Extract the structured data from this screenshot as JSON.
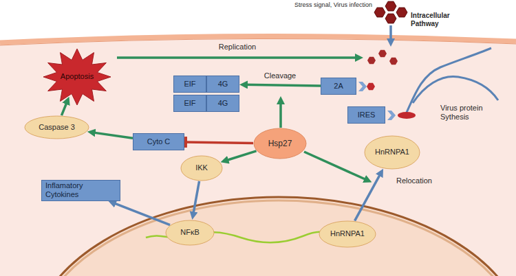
{
  "diagram": {
    "nodes": [
      {
        "text": [
          "Apoptosis"
        ]
      },
      {
        "text": [
          "EIF",
          "4G"
        ]
      },
      {
        "text": [
          "EIF",
          "4G"
        ]
      },
      {
        "text": [
          "2A"
        ]
      },
      {
        "text": [
          "IRES"
        ]
      },
      {
        "text": [
          "Caspase 3"
        ]
      },
      {
        "text": [
          "Cyto C"
        ]
      },
      {
        "text": [
          "Hsp27"
        ]
      },
      {
        "text": [
          "HnRNPA1"
        ]
      },
      {
        "text": [
          "IKK"
        ]
      },
      {
        "text": [
          "Inflamatory Cytokines"
        ]
      },
      {
        "text": [
          "NFκB"
        ]
      },
      {
        "text": [
          "HnRNPA1"
        ]
      }
    ],
    "edges": [
      {
        "from": 3,
        "to": 1,
        "arrow": "to",
        "label": "Cleavage"
      },
      {
        "from": 7,
        "to": 6,
        "arrow": "to"
      },
      {
        "from": 6,
        "to": 5,
        "arrow": "to"
      },
      {
        "from": 5,
        "to": 0,
        "arrow": "to"
      },
      {
        "from": 7,
        "to": 9,
        "arrow": "to"
      },
      {
        "from": 9,
        "to": 11,
        "arrow": "to"
      },
      {
        "from": 11,
        "to": 10,
        "arrow": "to"
      },
      {
        "from": 12,
        "to": 8,
        "arrow": "to"
      }
    ],
    "labels": [
      "Stress signal, Virus infection",
      "Intracellular Pathway",
      "Replication",
      "Virus protein Sythesis",
      "Relocation"
    ]
  }
}
